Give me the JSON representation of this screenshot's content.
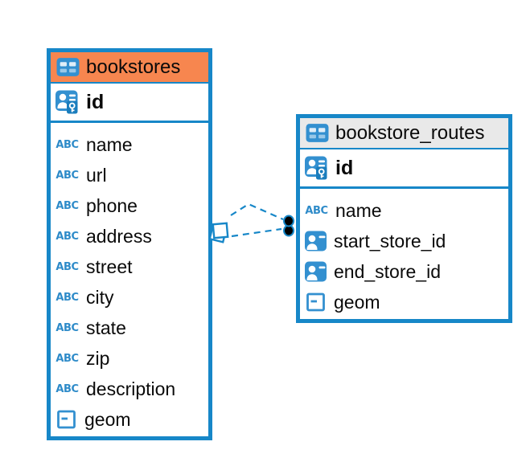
{
  "diagram": {
    "background": "#ffffff",
    "colors": {
      "accent_blue": "#1787c8",
      "icon_blue": "#3390d0",
      "bookstores_header": "#f7864f",
      "routes_header": "#e9e9e9",
      "text": "#0a0a0a",
      "relationship_line": "#1787c8",
      "relationship_dot": "#000000"
    },
    "icons": {
      "text_glyph": "ABC"
    },
    "tables": [
      {
        "name": "bookstores",
        "header_color": "#f7864f",
        "icon": "table-icon",
        "primary_key": {
          "name": "id",
          "icon": "pk-icon"
        },
        "columns": [
          {
            "name": "name",
            "icon": "text-icon"
          },
          {
            "name": "url",
            "icon": "text-icon"
          },
          {
            "name": "phone",
            "icon": "text-icon"
          },
          {
            "name": "address",
            "icon": "text-icon"
          },
          {
            "name": "street",
            "icon": "text-icon"
          },
          {
            "name": "city",
            "icon": "text-icon"
          },
          {
            "name": "state",
            "icon": "text-icon"
          },
          {
            "name": "zip",
            "icon": "text-icon"
          },
          {
            "name": "description",
            "icon": "text-icon"
          },
          {
            "name": "geom",
            "icon": "geometry-icon"
          }
        ]
      },
      {
        "name": "bookstore_routes",
        "header_color": "#e9e9e9",
        "icon": "table-icon",
        "primary_key": {
          "name": "id",
          "icon": "pk-icon"
        },
        "columns": [
          {
            "name": "name",
            "icon": "text-icon"
          },
          {
            "name": "start_store_id",
            "icon": "reference-icon"
          },
          {
            "name": "end_store_id",
            "icon": "reference-icon"
          },
          {
            "name": "geom",
            "icon": "geometry-icon"
          }
        ]
      }
    ],
    "relationships": [
      {
        "from_table": "bookstore_routes",
        "from_column": "start_store_id",
        "to_table": "bookstores",
        "to_column": "id",
        "line_style": "dashed"
      },
      {
        "from_table": "bookstore_routes",
        "from_column": "end_store_id",
        "to_table": "bookstores",
        "to_column": "id",
        "line_style": "dashed"
      }
    ]
  }
}
